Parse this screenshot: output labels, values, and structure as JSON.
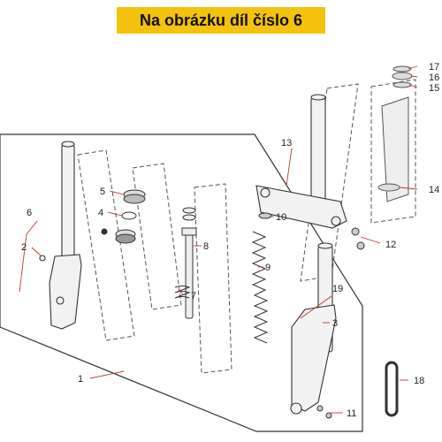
{
  "banner": {
    "text": "Na obrázku díl číslo 6",
    "color": "#f4c20d"
  },
  "callouts": [
    "1",
    "2",
    "3",
    "4",
    "5",
    "6",
    "7",
    "8",
    "9",
    "10",
    "11",
    "12",
    "13",
    "14",
    "15",
    "16",
    "17",
    "18",
    "19"
  ],
  "line_color": "#c0392b",
  "icons": [
    "exploded-parts-diagram",
    "front-fork-assembly"
  ]
}
